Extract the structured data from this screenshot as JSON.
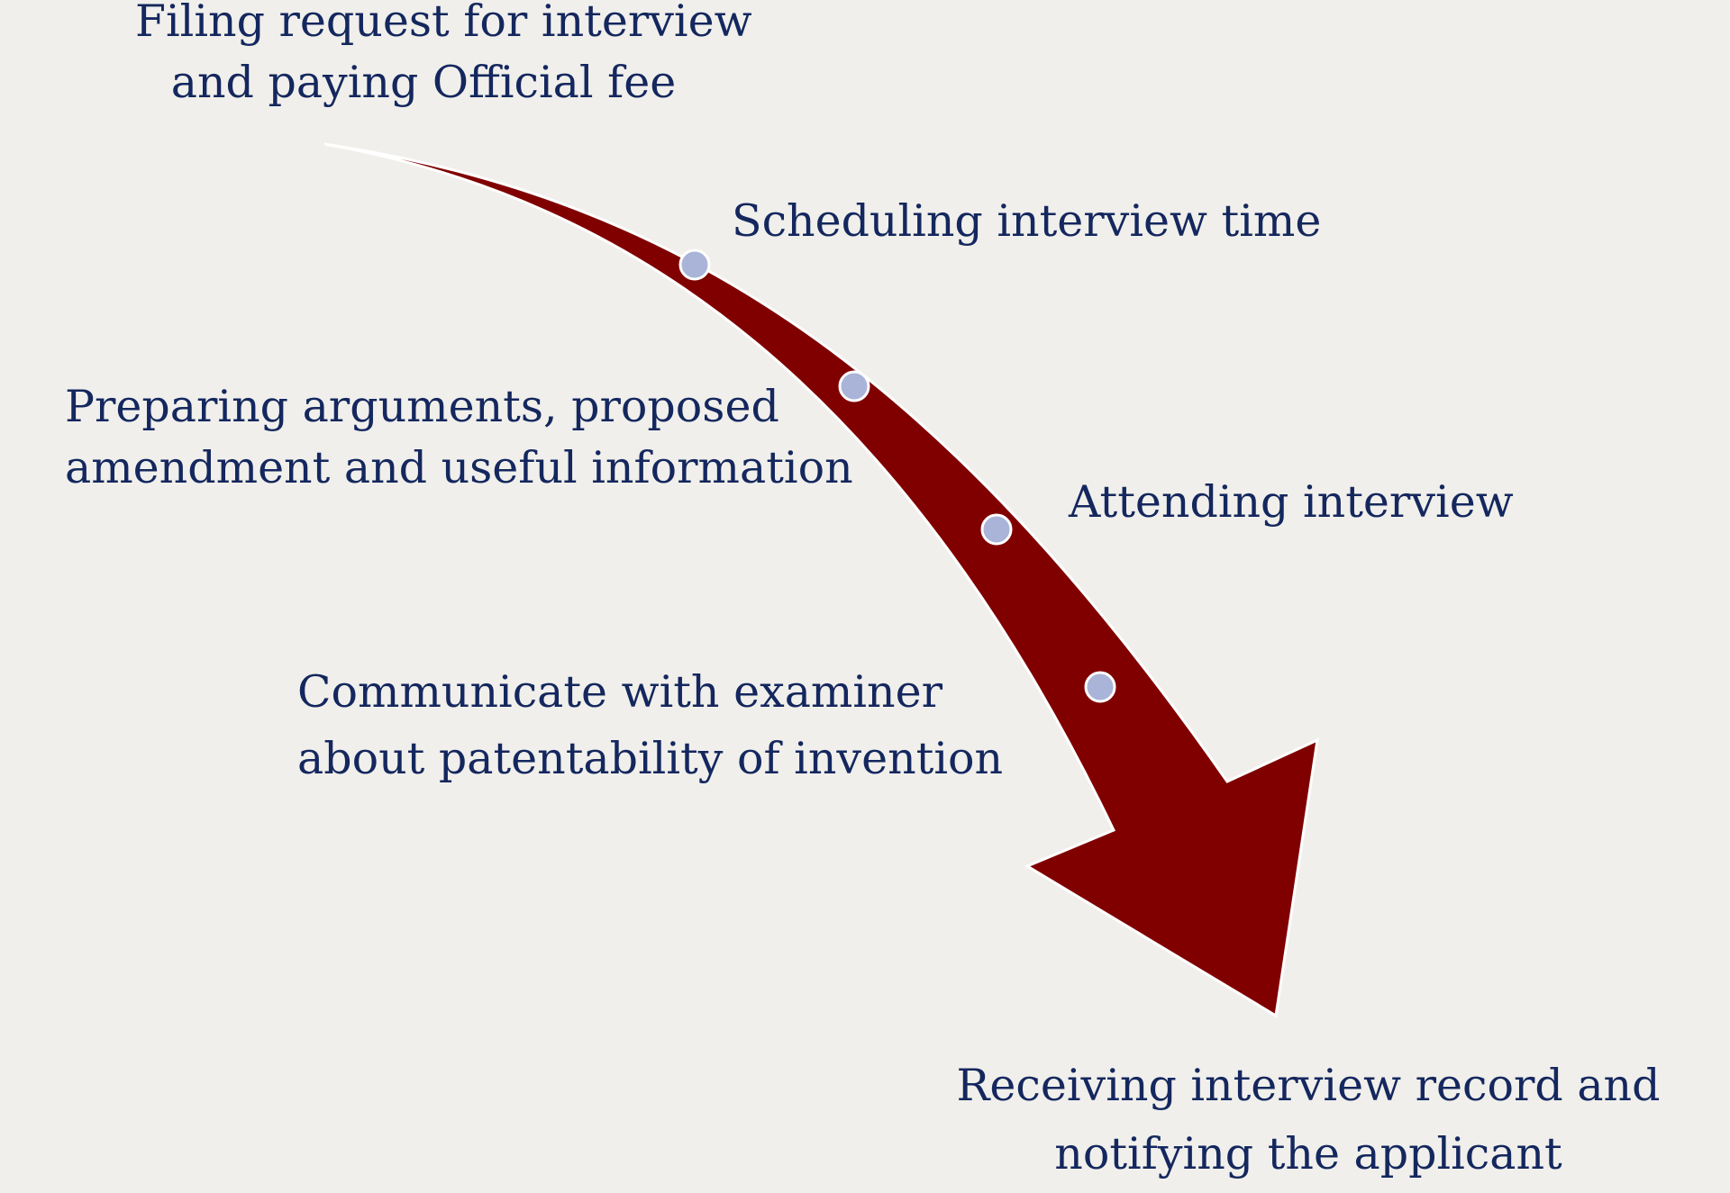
{
  "diagram": {
    "steps": [
      {
        "id": "filing",
        "lines": [
          "Filing request for interview",
          "and paying Official fee"
        ]
      },
      {
        "id": "schedule",
        "lines": [
          "Scheduling interview time"
        ]
      },
      {
        "id": "preparing",
        "lines": [
          "Preparing arguments, proposed",
          "amendment and useful information"
        ]
      },
      {
        "id": "attending",
        "lines": [
          "Attending interview"
        ]
      },
      {
        "id": "communicate",
        "lines": [
          "Communicate with examiner",
          "about patentability of invention"
        ]
      },
      {
        "id": "receiving",
        "lines": [
          "Receiving interview record and",
          "notifying the applicant"
        ]
      }
    ],
    "arrow_color": "#800000",
    "marker_color": "#aab4d8",
    "text_color": "#14275e",
    "background_color": "#f0efeb"
  }
}
